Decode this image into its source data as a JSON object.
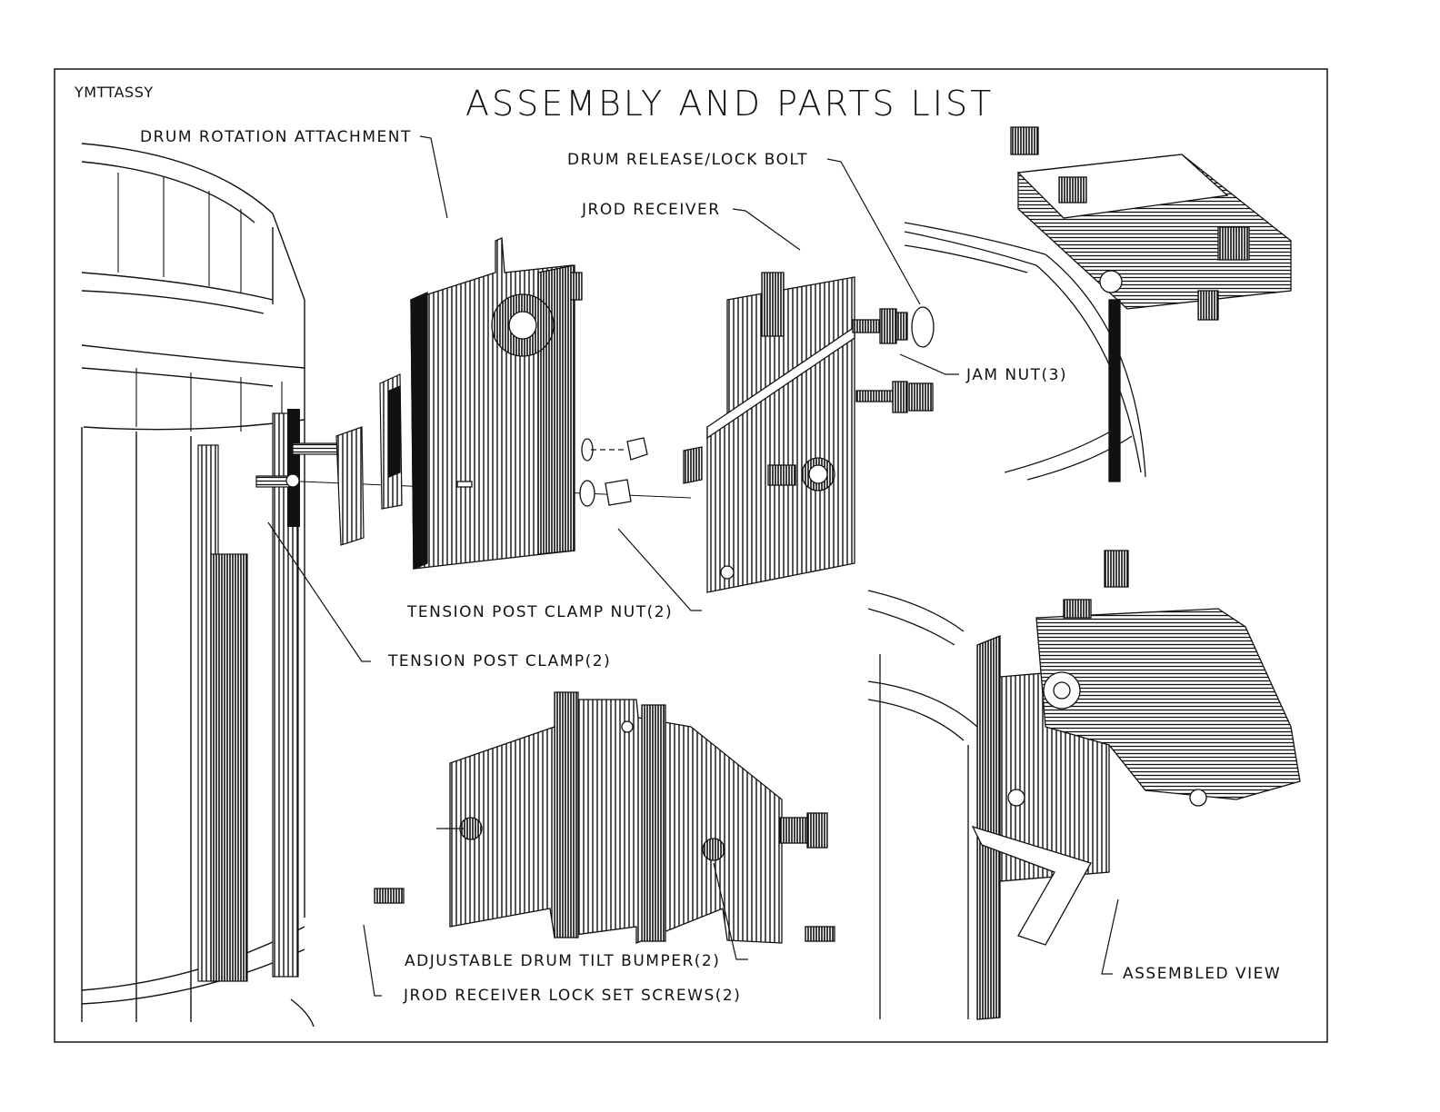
{
  "drawing": {
    "code": "YMTTASSY",
    "title": "ASSEMBLY AND PARTS LIST"
  },
  "labels": {
    "drum_rotation_attachment": "DRUM ROTATION ATTACHMENT",
    "drum_release_lock_bolt": "DRUM RELEASE/LOCK BOLT",
    "jrod_receiver": "JROD RECEIVER",
    "jam_nut": "JAM NUT(3)",
    "tension_post_clamp_nut": "TENSION POST CLAMP NUT(2)",
    "tension_post_clamp": "TENSION POST CLAMP(2)",
    "adjustable_drum_tilt_bumper": "ADJUSTABLE DRUM TILT BUMPER(2)",
    "jrod_receiver_lock_set_screws": "JROD RECEIVER LOCK SET SCREWS(2)",
    "assembled_view": "ASSEMBLED VIEW"
  }
}
